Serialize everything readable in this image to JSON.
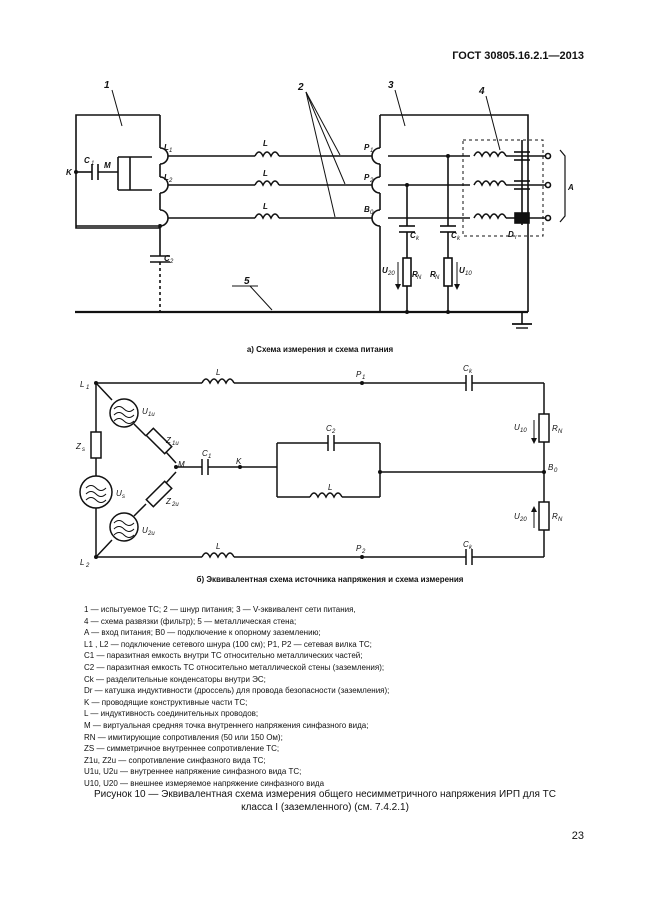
{
  "header": {
    "standard": "ГОСТ 30805.16.2.1—2013"
  },
  "diagram_a": {
    "callouts": [
      "1",
      "2",
      "3",
      "4"
    ],
    "labels": {
      "K": "K",
      "C1": "C",
      "C1sub": "1",
      "M": "M",
      "L1": "L",
      "L1sub": "1",
      "L2": "L",
      "L2sub": "2",
      "Lwire": "L",
      "P1": "P",
      "P1sub": "1",
      "P2": "P",
      "P2sub": "2",
      "B0": "B",
      "B0sub": "0",
      "C2": "C",
      "C2sub": "2",
      "Ck": "C",
      "Cksub": "k",
      "Dr": "D",
      "Drsub": "r",
      "U20": "U",
      "U20sub": "20",
      "RN": "R",
      "RNsub": "N",
      "U10": "U",
      "U10sub": "10",
      "A": "A",
      "B5": "5"
    },
    "caption": "а) Схема измерения и схема питания"
  },
  "diagram_b": {
    "labels": {
      "L1": "L",
      "L1sub": "1",
      "L2": "L",
      "L2sub": "2",
      "L": "L",
      "P1": "P",
      "P1sub": "1",
      "P2": "P",
      "P2sub": "2",
      "Ck": "C",
      "Cksub": "k",
      "U1u": "U",
      "U1usub": "1u",
      "U2u": "U",
      "U2usub": "2u",
      "Us": "U",
      "Ussub": "s",
      "Zs": "Z",
      "Zssub": "s",
      "Z1u": "Z",
      "Z1usub": "1u",
      "Z2u": "Z",
      "Z2usub": "2u",
      "M": "M",
      "C1": "C",
      "C1sub": "1",
      "K": "K",
      "C2": "C",
      "C2sub": "2",
      "U10": "U",
      "U10sub": "10",
      "U20": "U",
      "U20sub": "20",
      "RN": "R",
      "RNsub": "N",
      "B0": "B",
      "B0sub": "0"
    },
    "caption": "б) Эквивалентная схема источника напряжения и схема измерения"
  },
  "legend": [
    "1 — испытуемое ТС; 2 — шнур питания; 3 — V-эквивалент сети питания,",
    "4 — схема развязки (фильтр); 5 — металлическая стена;",
    "A — вход питания; B0 — подключение к опорному заземлению;",
    "L1 , L2 — подключение сетевого шнура (100 см); P1, P2 — сетевая вилка ТС;",
    "C1 — паразитная емкость внутри ТС относительно металлических частей;",
    "C2 — паразитная емкость ТС относительно металлической стены (заземления);",
    "Ck — разделительные конденсаторы внутри ЭС;",
    "Dr — катушка индуктивности (дроссель) для провода безопасности (заземления);",
    "K — проводящие конструктивные части ТС;",
    "L — индуктивность соединительных проводов;",
    "M — виртуальная средняя точка внутреннего напряжения синфазного вида;",
    "RN — имитирующие сопротивления (50 или 150 Ом);",
    "ZS — симметричное внутреннее сопротивление ТС;",
    "Z1u, Z2u — сопротивление синфазного вида ТС;",
    "U1u, U2u — внутреннее напряжение синфазного вида ТС;",
    "U10, U20 — внешнее измеряемое напряжение синфазного вида"
  ],
  "figure_caption": {
    "line1": "Рисунок 10 — Эквивалентная схема измерения общего несимметричного напряжения ИРП для ТС",
    "line2": "класса I (заземленного) (см. 7.4.2.1)"
  },
  "page_number": "23"
}
